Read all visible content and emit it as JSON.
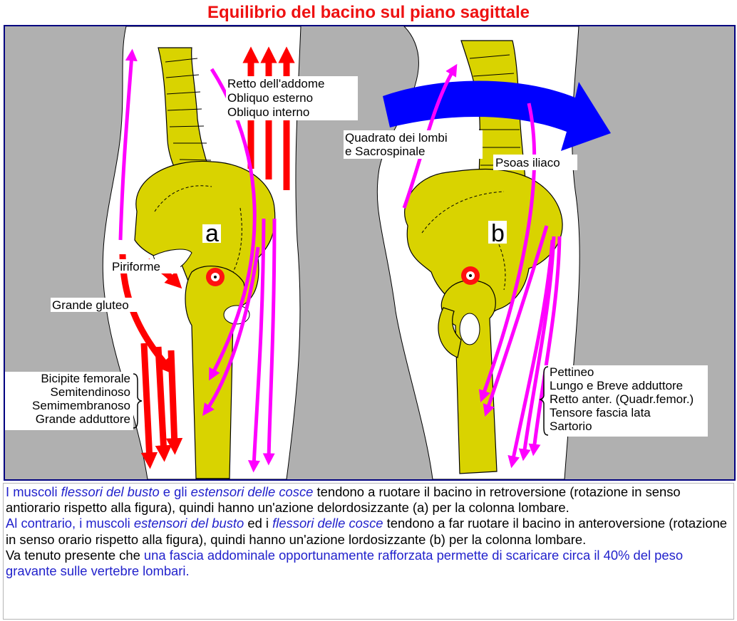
{
  "title": "Equilibrio del bacino sul piano sagittale",
  "figure": {
    "label_a": "a",
    "label_b": "b",
    "panel_a": {
      "trunk_flexors": [
        "Retto dell'addome",
        "Obliquo esterno",
        "Obliquo interno"
      ],
      "piriforme": "Piriforme",
      "grande_gluteo": "Grande gluteo",
      "thigh_extensors": [
        "Bicipite femorale",
        "Semitendinoso",
        "Semimembranoso",
        "Grande adduttore"
      ]
    },
    "panel_b": {
      "lumbar_muscles": [
        "Quadrato dei lombi",
        "e Sacrospinale"
      ],
      "psoas": "Psoas iliaco",
      "thigh_flexors": [
        "Pettineo",
        "Lungo e Breve adduttore",
        "Retto anter. (Quadr.femor.)",
        "Tensore fascia lata",
        "Sartorio"
      ]
    },
    "colors": {
      "bone": "#d9d300",
      "background": "#b0b0b0",
      "body": "#ffffff",
      "extensor_arrows": "#ff0000",
      "flexor_arrows": "#ff00ff",
      "rotation_arrow": "#0000ff",
      "title": "#ee1111",
      "text_highlight": "#2222cc"
    }
  },
  "text": {
    "p1_a": "I muscoli ",
    "p1_b": "flessori del busto",
    "p1_c": " e gli ",
    "p1_d": "estensori delle cosce",
    "p1_e": " tendono a ruotare il bacino in retroversione (rotazione in senso antiorario rispetto alla figura), quindi hanno un'azione delordosizzante (a) per la colonna lombare.",
    "p2_a": "Al contrario, i muscoli ",
    "p2_b": "estensori del busto",
    "p2_c": " ed i ",
    "p2_d": "flessori delle cosce",
    "p2_e": " tendono a far ruotare il bacino in anteroversione (rotazione in senso orario rispetto alla figura), quindi hanno un'azione lordosizzante (b) per la colonna lombare.",
    "p3_a": "Va tenuto presente che ",
    "p3_b": "una fascia addominale opportunamente rafforzata permette di scaricare circa il 40% del peso gravante sulle vertebre lombari."
  }
}
